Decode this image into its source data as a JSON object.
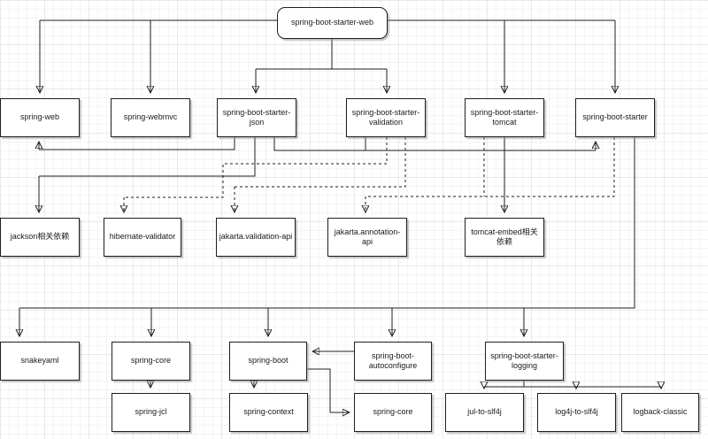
{
  "diagram": {
    "type": "dependency-graph",
    "nodes": [
      {
        "id": "spring-boot-starter-web",
        "label": "spring-boot-starter-web",
        "shape": "rounded"
      },
      {
        "id": "spring-web",
        "label": "spring-web",
        "shape": "rect"
      },
      {
        "id": "spring-webmvc",
        "label": "spring-webmvc",
        "shape": "rect"
      },
      {
        "id": "spring-boot-starter-json",
        "label": "spring-boot-starter-json",
        "shape": "rect"
      },
      {
        "id": "spring-boot-starter-validation",
        "label": "spring-boot-starter-validation",
        "shape": "rect"
      },
      {
        "id": "spring-boot-starter-tomcat",
        "label": "spring-boot-starter-tomcat",
        "shape": "rect"
      },
      {
        "id": "spring-boot-starter",
        "label": "spring-boot-starter",
        "shape": "rect"
      },
      {
        "id": "jackson-deps",
        "label": "jackson相关依赖",
        "shape": "rect"
      },
      {
        "id": "hibernate-validator",
        "label": "hibernate-validator",
        "shape": "rect"
      },
      {
        "id": "jakarta-validation-api",
        "label": "jakarta.validation-api",
        "shape": "rect"
      },
      {
        "id": "jakarta-annotation-api",
        "label": "jakarta.annotation-api",
        "shape": "rect"
      },
      {
        "id": "tomcat-embed-deps",
        "label": "tomcat-embed相关依赖",
        "shape": "rect"
      },
      {
        "id": "snakeyaml",
        "label": "snakeyaml",
        "shape": "rect"
      },
      {
        "id": "spring-core",
        "label": "spring-core",
        "shape": "rect"
      },
      {
        "id": "spring-boot",
        "label": "spring-boot",
        "shape": "rect"
      },
      {
        "id": "spring-boot-autoconfigure",
        "label": "spring-boot-autoconfigure",
        "shape": "rect"
      },
      {
        "id": "spring-boot-starter-logging",
        "label": "spring-boot-starter-logging",
        "shape": "rect"
      },
      {
        "id": "spring-jcl",
        "label": "spring-jcl",
        "shape": "rect"
      },
      {
        "id": "spring-context",
        "label": "spring-context",
        "shape": "rect"
      },
      {
        "id": "spring-core-2",
        "label": "spring-core",
        "shape": "rect"
      },
      {
        "id": "jul-to-slf4j",
        "label": "jul-to-slf4j",
        "shape": "rect"
      },
      {
        "id": "log4j-to-slf4j",
        "label": "log4j-to-slf4j",
        "shape": "rect"
      },
      {
        "id": "logback-classic",
        "label": "logback-classic",
        "shape": "rect"
      }
    ],
    "edges": [
      {
        "from": "spring-boot-starter-web",
        "to": "spring-web",
        "style": "solid"
      },
      {
        "from": "spring-boot-starter-web",
        "to": "spring-webmvc",
        "style": "solid"
      },
      {
        "from": "spring-boot-starter-web",
        "to": "spring-boot-starter-json",
        "style": "solid"
      },
      {
        "from": "spring-boot-starter-web",
        "to": "spring-boot-starter-validation",
        "style": "solid"
      },
      {
        "from": "spring-boot-starter-web",
        "to": "spring-boot-starter-tomcat",
        "style": "solid"
      },
      {
        "from": "spring-boot-starter-web",
        "to": "spring-boot-starter",
        "style": "solid"
      },
      {
        "from": "spring-boot-starter-json",
        "to": "spring-web",
        "style": "solid"
      },
      {
        "from": "spring-boot-starter-json",
        "to": "jackson-deps",
        "style": "solid"
      },
      {
        "from": "spring-boot-starter-json",
        "to": "spring-boot-starter",
        "style": "solid"
      },
      {
        "from": "spring-boot-starter-validation",
        "to": "spring-boot-starter",
        "style": "solid"
      },
      {
        "from": "spring-boot-starter-validation",
        "to": "hibernate-validator",
        "style": "dashed"
      },
      {
        "from": "spring-boot-starter-validation",
        "to": "jakarta-validation-api",
        "style": "dashed"
      },
      {
        "from": "spring-boot-starter-tomcat",
        "to": "tomcat-embed-deps",
        "style": "solid"
      },
      {
        "from": "spring-boot-starter-tomcat",
        "to": "jakarta-annotation-api",
        "style": "dashed"
      },
      {
        "from": "spring-boot-starter",
        "to": "jakarta-annotation-api",
        "style": "dashed"
      },
      {
        "from": "spring-boot-starter",
        "to": "snakeyaml",
        "style": "solid"
      },
      {
        "from": "spring-boot-starter",
        "to": "spring-core",
        "style": "solid"
      },
      {
        "from": "spring-boot-starter",
        "to": "spring-boot",
        "style": "solid"
      },
      {
        "from": "spring-boot-starter",
        "to": "spring-boot-autoconfigure",
        "style": "solid"
      },
      {
        "from": "spring-boot-starter",
        "to": "spring-boot-starter-logging",
        "style": "solid"
      },
      {
        "from": "spring-core",
        "to": "spring-jcl",
        "style": "solid"
      },
      {
        "from": "spring-boot",
        "to": "spring-context",
        "style": "solid"
      },
      {
        "from": "spring-boot",
        "to": "spring-core-2",
        "style": "solid"
      },
      {
        "from": "spring-boot-autoconfigure",
        "to": "spring-boot",
        "style": "solid"
      },
      {
        "from": "spring-boot-starter-logging",
        "to": "jul-to-slf4j",
        "style": "solid"
      },
      {
        "from": "spring-boot-starter-logging",
        "to": "log4j-to-slf4j",
        "style": "solid"
      },
      {
        "from": "spring-boot-starter-logging",
        "to": "logback-classic",
        "style": "solid"
      }
    ]
  },
  "style": {
    "background": "#ffffff",
    "grid_minor": "#f4f4f4",
    "grid_major": "#e9e9e9",
    "node_fill": "#ffffff",
    "node_border": "#1f1f1f",
    "edge_color": "#1f1f1f"
  }
}
